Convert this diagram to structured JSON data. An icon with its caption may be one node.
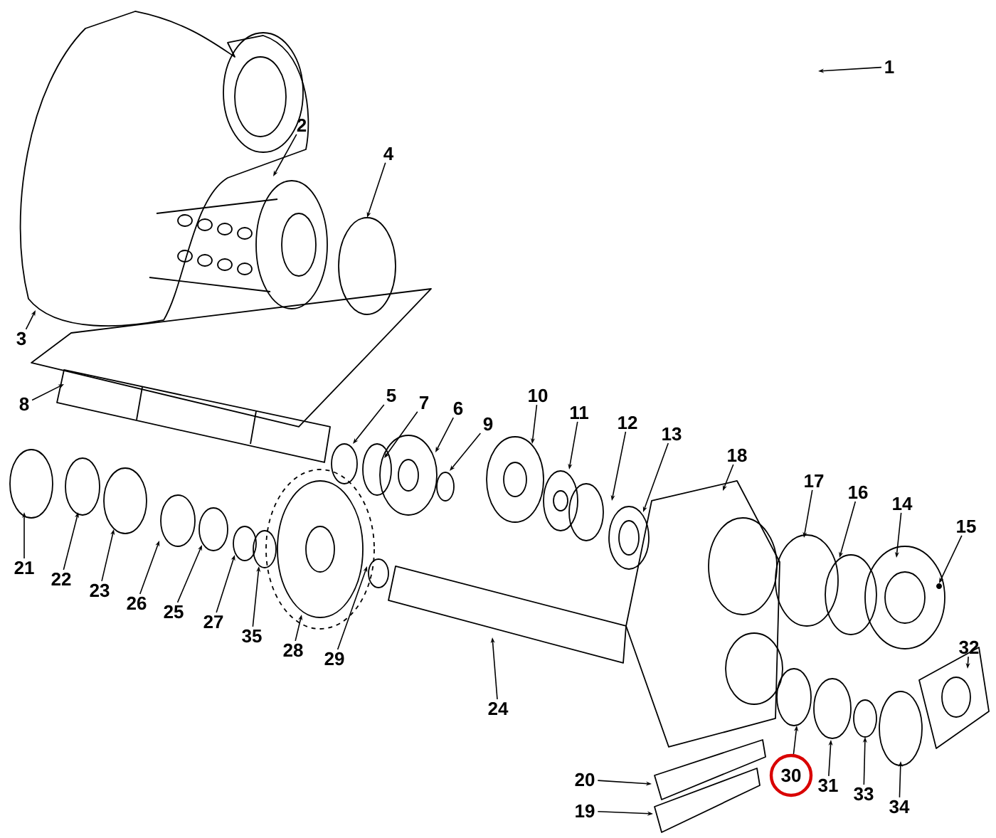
{
  "diagram": {
    "nodes": [
      {
        "text": [
          "1"
        ]
      },
      {
        "text": [
          "2"
        ]
      },
      {
        "text": [
          "4"
        ]
      },
      {
        "text": [
          "3"
        ]
      },
      {
        "text": [
          "8"
        ]
      },
      {
        "text": [
          "5"
        ]
      },
      {
        "text": [
          "7"
        ]
      },
      {
        "text": [
          "6"
        ]
      },
      {
        "text": [
          "9"
        ]
      },
      {
        "text": [
          "10"
        ]
      },
      {
        "text": [
          "11"
        ]
      },
      {
        "text": [
          "12"
        ]
      },
      {
        "text": [
          "13"
        ]
      },
      {
        "text": [
          "18"
        ]
      },
      {
        "text": [
          "17"
        ]
      },
      {
        "text": [
          "16"
        ]
      },
      {
        "text": [
          "14"
        ]
      },
      {
        "text": [
          "15"
        ]
      },
      {
        "text": [
          "21"
        ]
      },
      {
        "text": [
          "22"
        ]
      },
      {
        "text": [
          "23"
        ]
      },
      {
        "text": [
          "26"
        ]
      },
      {
        "text": [
          "25"
        ]
      },
      {
        "text": [
          "27"
        ]
      },
      {
        "text": [
          "35"
        ]
      },
      {
        "text": [
          "28"
        ]
      },
      {
        "text": [
          "29"
        ]
      },
      {
        "text": [
          "32"
        ]
      },
      {
        "text": [
          "24"
        ]
      },
      {
        "text": [
          "30"
        ]
      },
      {
        "text": [
          "31"
        ]
      },
      {
        "text": [
          "20"
        ]
      },
      {
        "text": [
          "33"
        ]
      },
      {
        "text": [
          "34"
        ]
      },
      {
        "text": [
          "19"
        ]
      }
    ],
    "edges": [
      {
        "from": 0,
        "to": null,
        "arrow": "to"
      },
      {
        "from": 1,
        "to": null,
        "arrow": "to"
      },
      {
        "from": 2,
        "to": null,
        "arrow": "to"
      },
      {
        "from": 3,
        "to": null,
        "arrow": "to"
      },
      {
        "from": 4,
        "to": null,
        "arrow": "to"
      },
      {
        "from": 5,
        "to": null,
        "arrow": "to"
      },
      {
        "from": 6,
        "to": null,
        "arrow": "to"
      },
      {
        "from": 7,
        "to": null,
        "arrow": "to"
      },
      {
        "from": 8,
        "to": null,
        "arrow": "to"
      },
      {
        "from": 9,
        "to": null,
        "arrow": "to"
      },
      {
        "from": 10,
        "to": null,
        "arrow": "to"
      },
      {
        "from": 11,
        "to": null,
        "arrow": "to"
      },
      {
        "from": 12,
        "to": null,
        "arrow": "to"
      },
      {
        "from": 13,
        "to": null,
        "arrow": "to"
      },
      {
        "from": 14,
        "to": null,
        "arrow": "to"
      },
      {
        "from": 15,
        "to": null,
        "arrow": "to"
      },
      {
        "from": 16,
        "to": null,
        "arrow": "to"
      },
      {
        "from": 17,
        "to": null,
        "arrow": "to"
      },
      {
        "from": 18,
        "to": null,
        "arrow": "to"
      },
      {
        "from": 19,
        "to": null,
        "arrow": "to"
      },
      {
        "from": 20,
        "to": null,
        "arrow": "to"
      },
      {
        "from": 21,
        "to": null,
        "arrow": "to"
      },
      {
        "from": 22,
        "to": null,
        "arrow": "to"
      },
      {
        "from": 23,
        "to": null,
        "arrow": "to"
      },
      {
        "from": 24,
        "to": null,
        "arrow": "to"
      },
      {
        "from": 25,
        "to": null,
        "arrow": "to"
      },
      {
        "from": 26,
        "to": null,
        "arrow": "to"
      },
      {
        "from": 27,
        "to": null,
        "arrow": "to"
      },
      {
        "from": 28,
        "to": null,
        "arrow": "to"
      },
      {
        "from": 29,
        "to": null,
        "arrow": "to"
      },
      {
        "from": 30,
        "to": null,
        "arrow": "to"
      },
      {
        "from": 31,
        "to": null,
        "arrow": "to"
      },
      {
        "from": 32,
        "to": null,
        "arrow": "to"
      },
      {
        "from": 33,
        "to": null,
        "arrow": "to"
      },
      {
        "from": 34,
        "to": null,
        "arrow": "to"
      }
    ]
  }
}
